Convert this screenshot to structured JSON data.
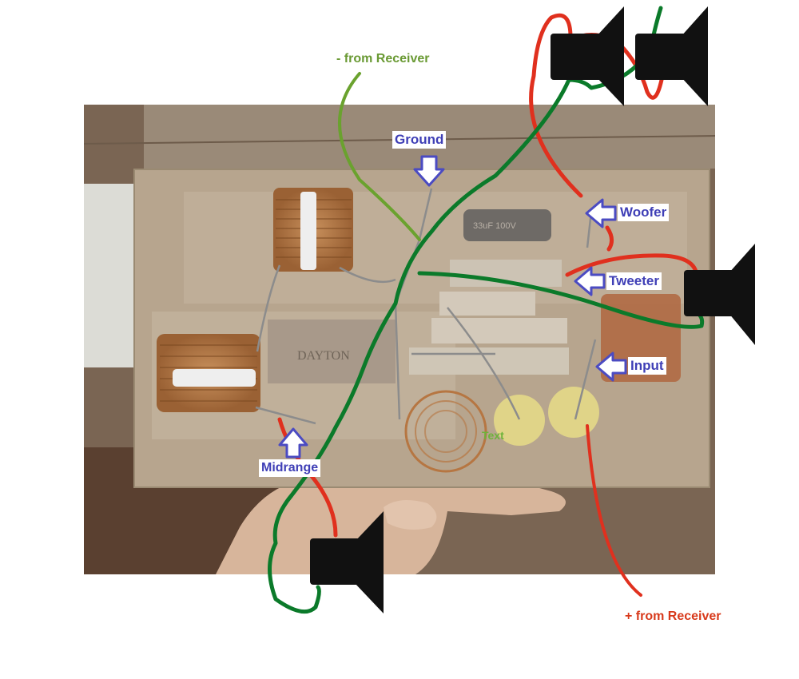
{
  "labels": {
    "minus_receiver": "- from Receiver",
    "plus_receiver": "+ from Receiver",
    "ground": "Ground",
    "woofer": "Woofer",
    "tweeter": "Tweeter",
    "input": "Input",
    "midrange": "Midrange",
    "text": "Text"
  },
  "board_markings": {
    "dayton": "DAYTON",
    "cap_value": "33uF 100V"
  },
  "icons": [
    "speaker-icon",
    "arrow-right-icon",
    "arrow-left-icon",
    "arrow-down-icon",
    "arrow-up-icon"
  ],
  "colors": {
    "negative_wire": "#0b7a2a",
    "positive_wire": "#e0301e",
    "annotation_wire": "#6aa22e",
    "minus_label": "#6a9a34",
    "plus_label": "#d83a1c",
    "tag_text": "#3f3fb6",
    "speaker": "#111111"
  }
}
